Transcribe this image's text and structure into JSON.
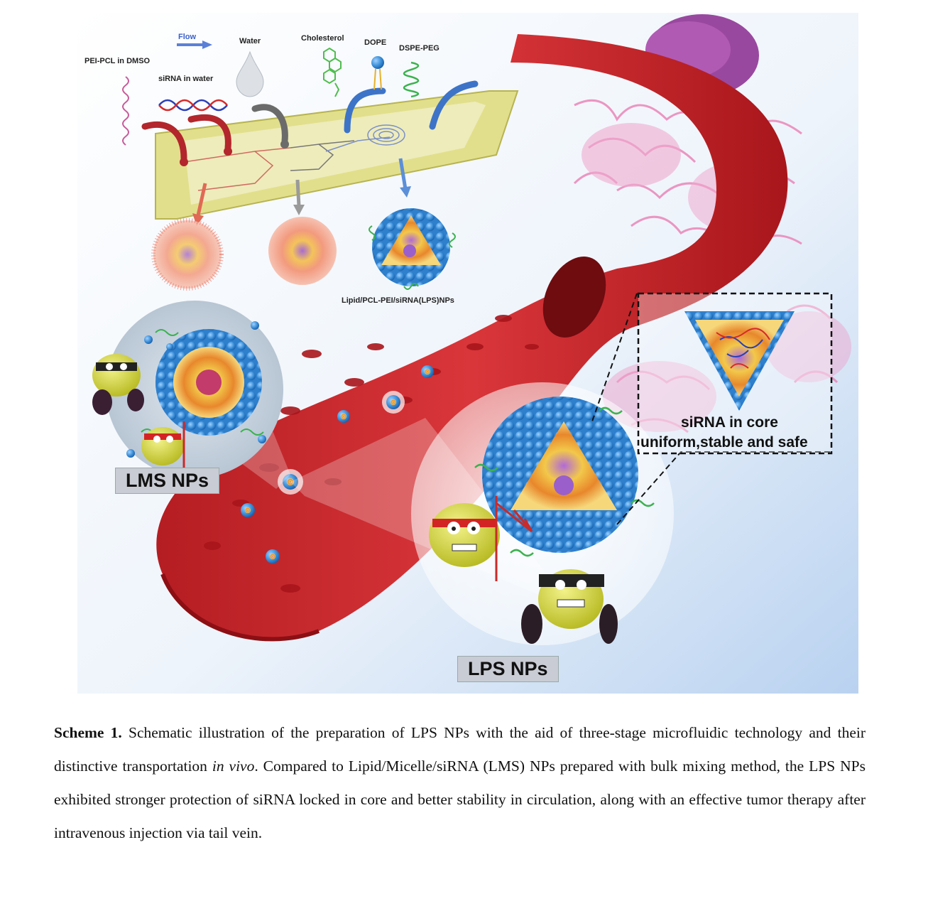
{
  "figure": {
    "labels": {
      "flow": "Flow",
      "water": "Water",
      "cholesterol": "Cholesterol",
      "dope": "DOPE",
      "dspe_peg": "DSPE-PEG",
      "pei_pcl": "PEI-PCL in DMSO",
      "sirna_water": "siRNA in water",
      "lps_full": "Lipid/PCL-PEI/siRNA(LPS)NPs",
      "core_line1": "siRNA in core",
      "core_line2": "uniform,stable and safe",
      "lms_tag": "LMS NPs",
      "lps_tag": "LPS NPs"
    },
    "colors": {
      "vessel": "#c8262b",
      "lipid_blue": "#3a8fd8",
      "tumor_pink": "#e77db0",
      "chip_yellow": "#e9e6a0",
      "background_blue": "#cfe0f5"
    }
  },
  "caption": {
    "label": "Scheme 1.",
    "part1": " Schematic illustration of the preparation of LPS NPs with the aid of three-stage microfluidic technology and their distinctive transportation ",
    "italic": "in vivo",
    "part2": ". Compared to Lipid/Micelle/siRNA (LMS) NPs prepared with bulk mixing method, the LPS NPs exhibited stronger protection of siRNA locked in core and better stability in circulation, along with an effective tumor therapy after intravenous injection via tail vein."
  }
}
